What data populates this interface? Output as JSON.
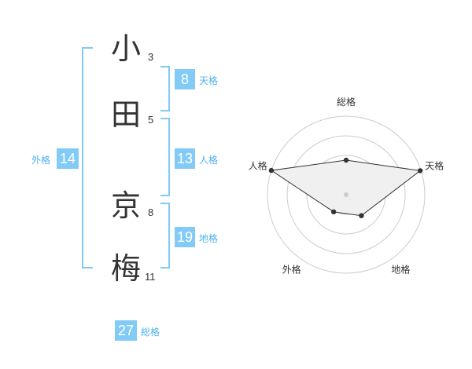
{
  "name": {
    "chars": [
      {
        "char": "小",
        "strokes": "3"
      },
      {
        "char": "田",
        "strokes": "5"
      },
      {
        "char": "京",
        "strokes": "8"
      },
      {
        "char": "梅",
        "strokes": "11"
      }
    ]
  },
  "kakusu": {
    "tenkaku": {
      "value": "8",
      "label": "天格"
    },
    "jinkaku": {
      "value": "13",
      "label": "人格"
    },
    "chikaku": {
      "value": "19",
      "label": "地格"
    },
    "gaikaku": {
      "value": "14",
      "label": "外格"
    },
    "soukaku": {
      "value": "27",
      "label": "総格"
    }
  },
  "colors": {
    "accent": "#82cbf6",
    "label": "#4fb1ee",
    "text": "#333333"
  },
  "chart_data": {
    "type": "radar",
    "axes": [
      "総格",
      "天格",
      "地格",
      "外格",
      "人格"
    ],
    "values": [
      0.44,
      0.99,
      0.33,
      0.27,
      1.0
    ],
    "range": [
      0,
      1
    ],
    "rings": 4,
    "fill": "#f0f0f0",
    "stroke": "#333333"
  }
}
